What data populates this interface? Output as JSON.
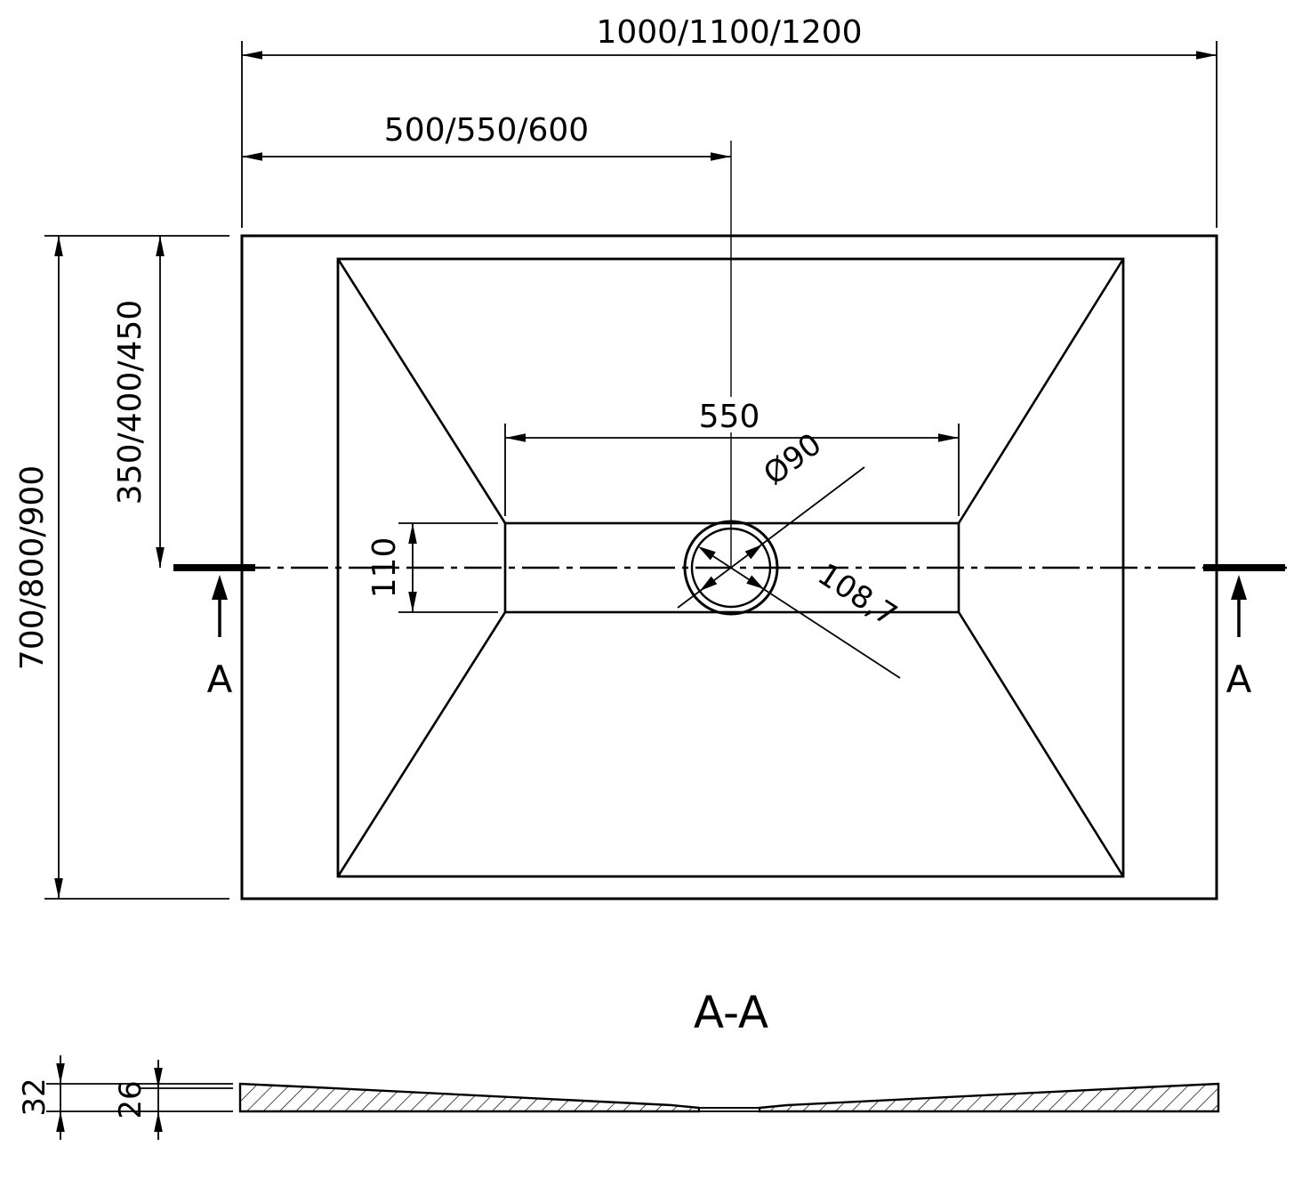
{
  "page": {
    "background": "#ffffff",
    "line_color": "#000000"
  },
  "top_view": {
    "dim_overall_width": "1000/1100/1200",
    "dim_half_width": "500/550/600",
    "dim_overall_depth": "700/800/900",
    "dim_half_depth": "350/400/450",
    "dim_flat_width": "550",
    "dim_channel_depth": "110",
    "dim_drain_diameter": "Ø90",
    "dim_drain_diagonal": "108,7",
    "section_letter": "A"
  },
  "section_view": {
    "title": "A-A",
    "dim_total_thickness": "32",
    "dim_base_thickness": "26"
  }
}
